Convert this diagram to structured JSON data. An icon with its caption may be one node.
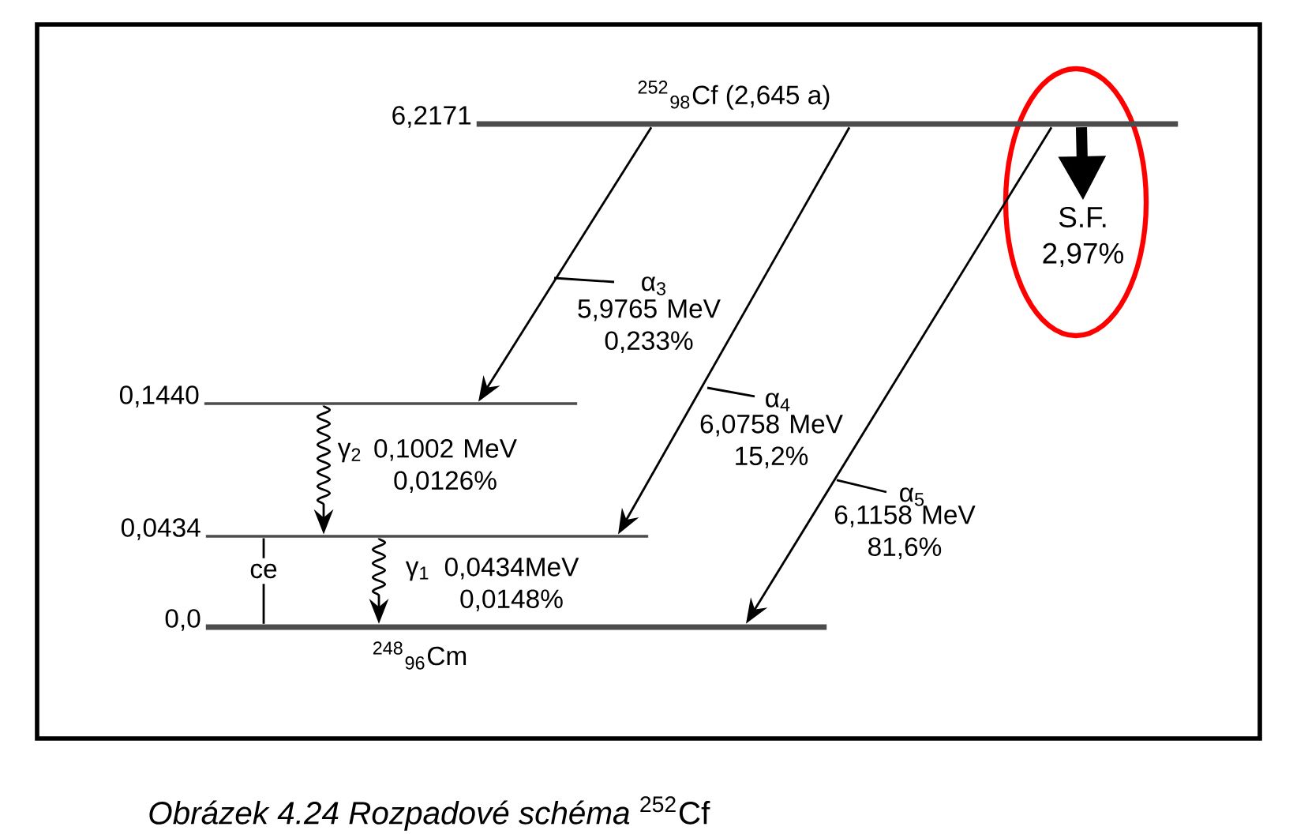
{
  "diagram": {
    "caption": "*Obrázek 4.24 Rozpadové schéma* $^{252}$Cf",
    "nodes": [
      {
        "text": [
          "6,2171",
          "$^{252}$$_{98}$Cf (2,645 a)"
        ]
      },
      {
        "text": [
          "0,1440"
        ]
      },
      {
        "text": [
          "0,0434"
        ]
      },
      {
        "text": [
          "0,0",
          "$^{248}$$_{96}$Cm"
        ]
      },
      {
        "text": [
          "S.F.",
          "2,97%"
        ]
      }
    ],
    "edges": [
      {
        "from": 0,
        "to": 1,
        "arrow": "to",
        "label": "α$_{3}$"
      },
      {
        "from": 1,
        "to": 2,
        "arrow": "to",
        "label": "γ$_{2}$"
      },
      {
        "from": 0,
        "to": 2,
        "arrow": "to",
        "label": "α$_{4}$"
      },
      {
        "from": 2,
        "to": 3,
        "arrow": "none",
        "label": "ce"
      },
      {
        "from": 2,
        "to": 3,
        "arrow": "to",
        "label": "γ$_{1}$"
      },
      {
        "from": 0,
        "to": 3,
        "arrow": "to",
        "label": "α$_{5}$"
      },
      {
        "from": 0,
        "to": 4,
        "arrow": "to",
        "style": "thick"
      }
    ],
    "labels": [
      "5,9765 MeV 0,233%",
      "6,0758 MeV 15,2%",
      "0,1002 MeV 0,0126%",
      "6,1158 MeV 81,6%",
      "0,0434MeV 0,0148%"
    ]
  }
}
